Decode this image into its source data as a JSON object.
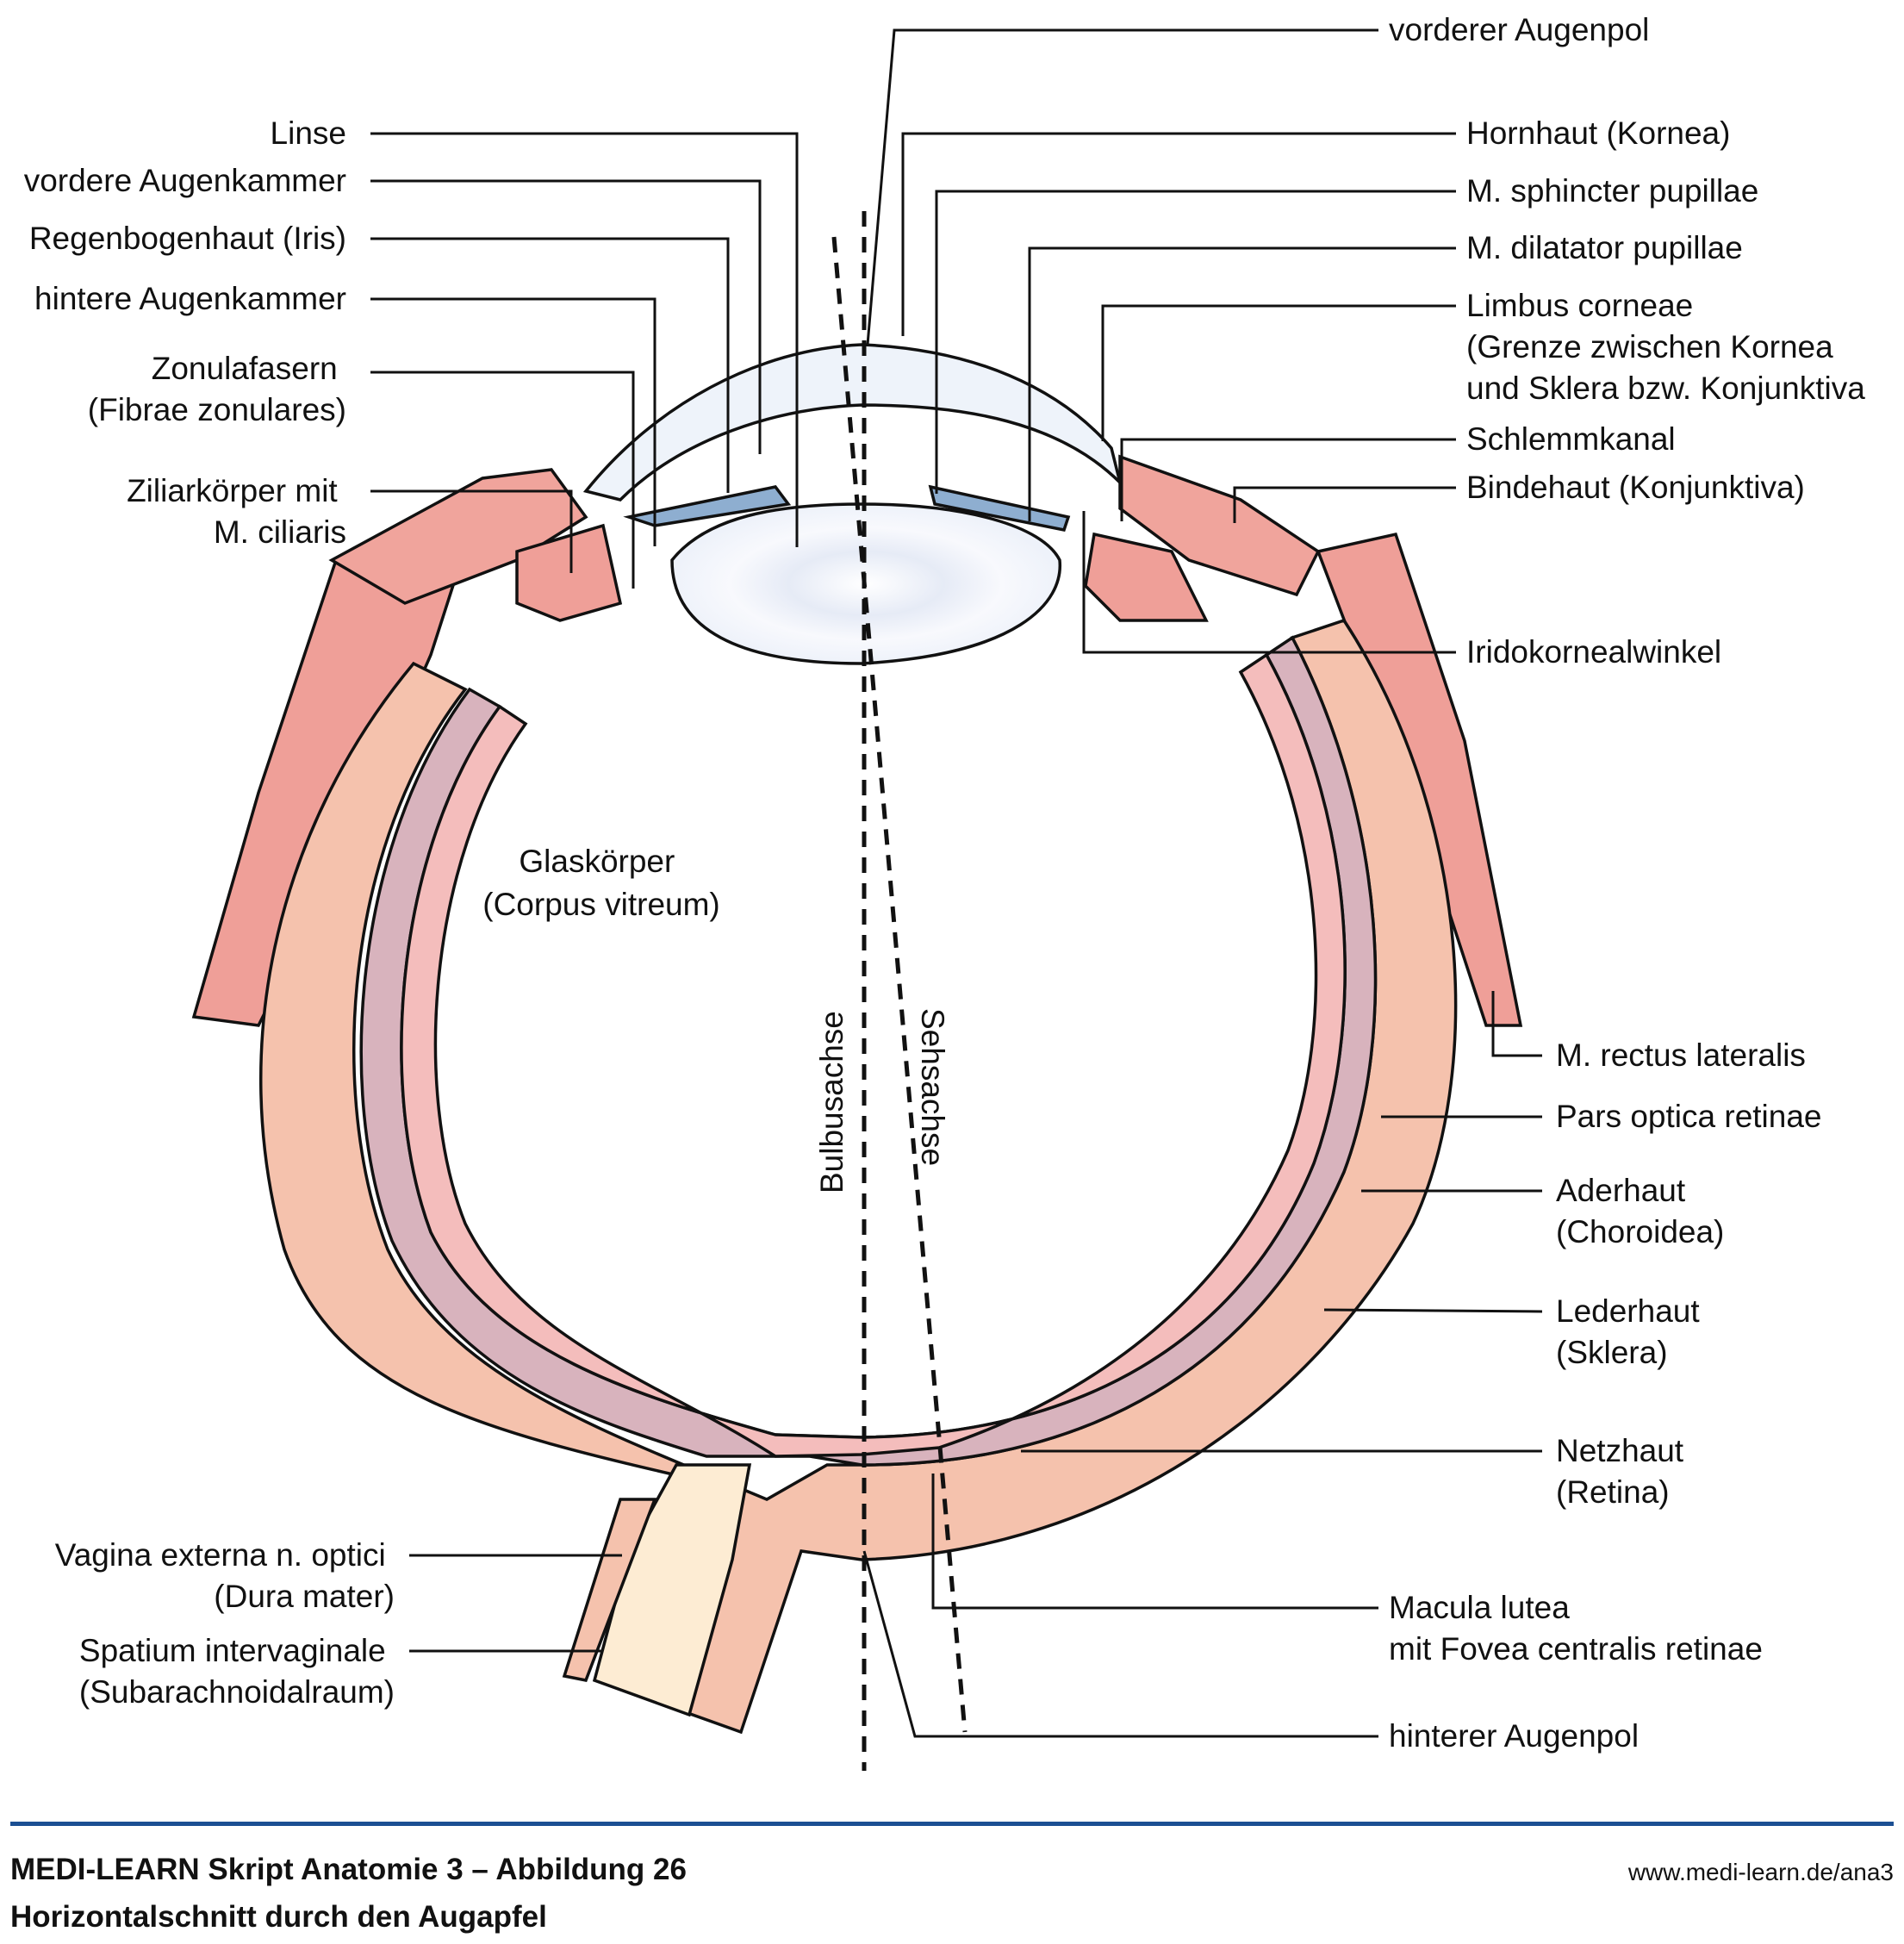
{
  "figure": {
    "title": "MEDI-LEARN Skript Anatomie 3 – Abbildung 26",
    "subtitle": "Horizontalschnitt durch den Augapfel",
    "url": "www.medi-learn.de/ana3"
  },
  "colors": {
    "sclera": "#f5c2ad",
    "choroid": "#d8b3bd",
    "retina": "#f4bdbc",
    "muscle": "#ef9f98",
    "conjunctiva": "#f0a49c",
    "iris": "#8eaed0",
    "lens": "#f3f6fc",
    "cornea": "#eef3fa",
    "optic_nerve": "#fdecd3",
    "ciliary_light": "#f5dde0",
    "rule": "#1b4f93"
  },
  "labels_left": [
    {
      "id": "linse",
      "lines": [
        "Linse"
      ]
    },
    {
      "id": "vordere-augenkammer",
      "lines": [
        "vordere Augenkammer"
      ]
    },
    {
      "id": "iris",
      "lines": [
        "Regenbogenhaut (Iris)"
      ]
    },
    {
      "id": "hintere-augenkammer",
      "lines": [
        "hintere Augenkammer"
      ]
    },
    {
      "id": "zonulafasern",
      "lines": [
        "Zonulafasern",
        "(Fibrae zonulares)"
      ]
    },
    {
      "id": "ziliarkoerper",
      "lines": [
        "Ziliarkörper mit",
        "M. ciliaris"
      ]
    },
    {
      "id": "vagina-externa",
      "lines": [
        "Vagina externa n. optici",
        "(Dura mater)"
      ]
    },
    {
      "id": "spatium-intervaginale",
      "lines": [
        "Spatium intervaginale",
        "(Subarachnoidalraum)"
      ]
    }
  ],
  "labels_right": [
    {
      "id": "vorderer-augenpol",
      "lines": [
        "vorderer Augenpol"
      ]
    },
    {
      "id": "hornhaut",
      "lines": [
        "Hornhaut (Kornea)"
      ]
    },
    {
      "id": "sphincter",
      "lines": [
        "M. sphincter pupillae"
      ]
    },
    {
      "id": "dilatator",
      "lines": [
        "M. dilatator pupillae"
      ]
    },
    {
      "id": "limbus",
      "lines": [
        "Limbus corneae",
        "(Grenze zwischen Kornea",
        "und Sklera bzw. Konjunktiva"
      ]
    },
    {
      "id": "schlemmkanal",
      "lines": [
        "Schlemmkanal"
      ]
    },
    {
      "id": "bindehaut",
      "lines": [
        "Bindehaut (Konjunktiva)"
      ]
    },
    {
      "id": "iridokornealwinkel",
      "lines": [
        "Iridokornealwinkel"
      ]
    },
    {
      "id": "rectus-lateralis",
      "lines": [
        "M. rectus lateralis"
      ]
    },
    {
      "id": "pars-optica",
      "lines": [
        "Pars optica retinae"
      ]
    },
    {
      "id": "aderhaut",
      "lines": [
        "Aderhaut",
        "(Choroidea)"
      ]
    },
    {
      "id": "lederhaut",
      "lines": [
        "Lederhaut",
        "(Sklera)"
      ]
    },
    {
      "id": "netzhaut",
      "lines": [
        "Netzhaut",
        "(Retina)"
      ]
    },
    {
      "id": "macula",
      "lines": [
        "Macula lutea",
        "mit Fovea centralis retinae"
      ]
    },
    {
      "id": "hinterer-augenpol",
      "lines": [
        "hinterer Augenpol"
      ]
    }
  ],
  "labels_inner": [
    {
      "id": "glaskoerper",
      "lines": [
        "Glaskörper",
        "(Corpus vitreum)"
      ]
    }
  ],
  "axes": [
    {
      "id": "bulbusachse",
      "label": "Bulbusachse"
    },
    {
      "id": "sehsachse",
      "label": "Sehsachse"
    }
  ]
}
